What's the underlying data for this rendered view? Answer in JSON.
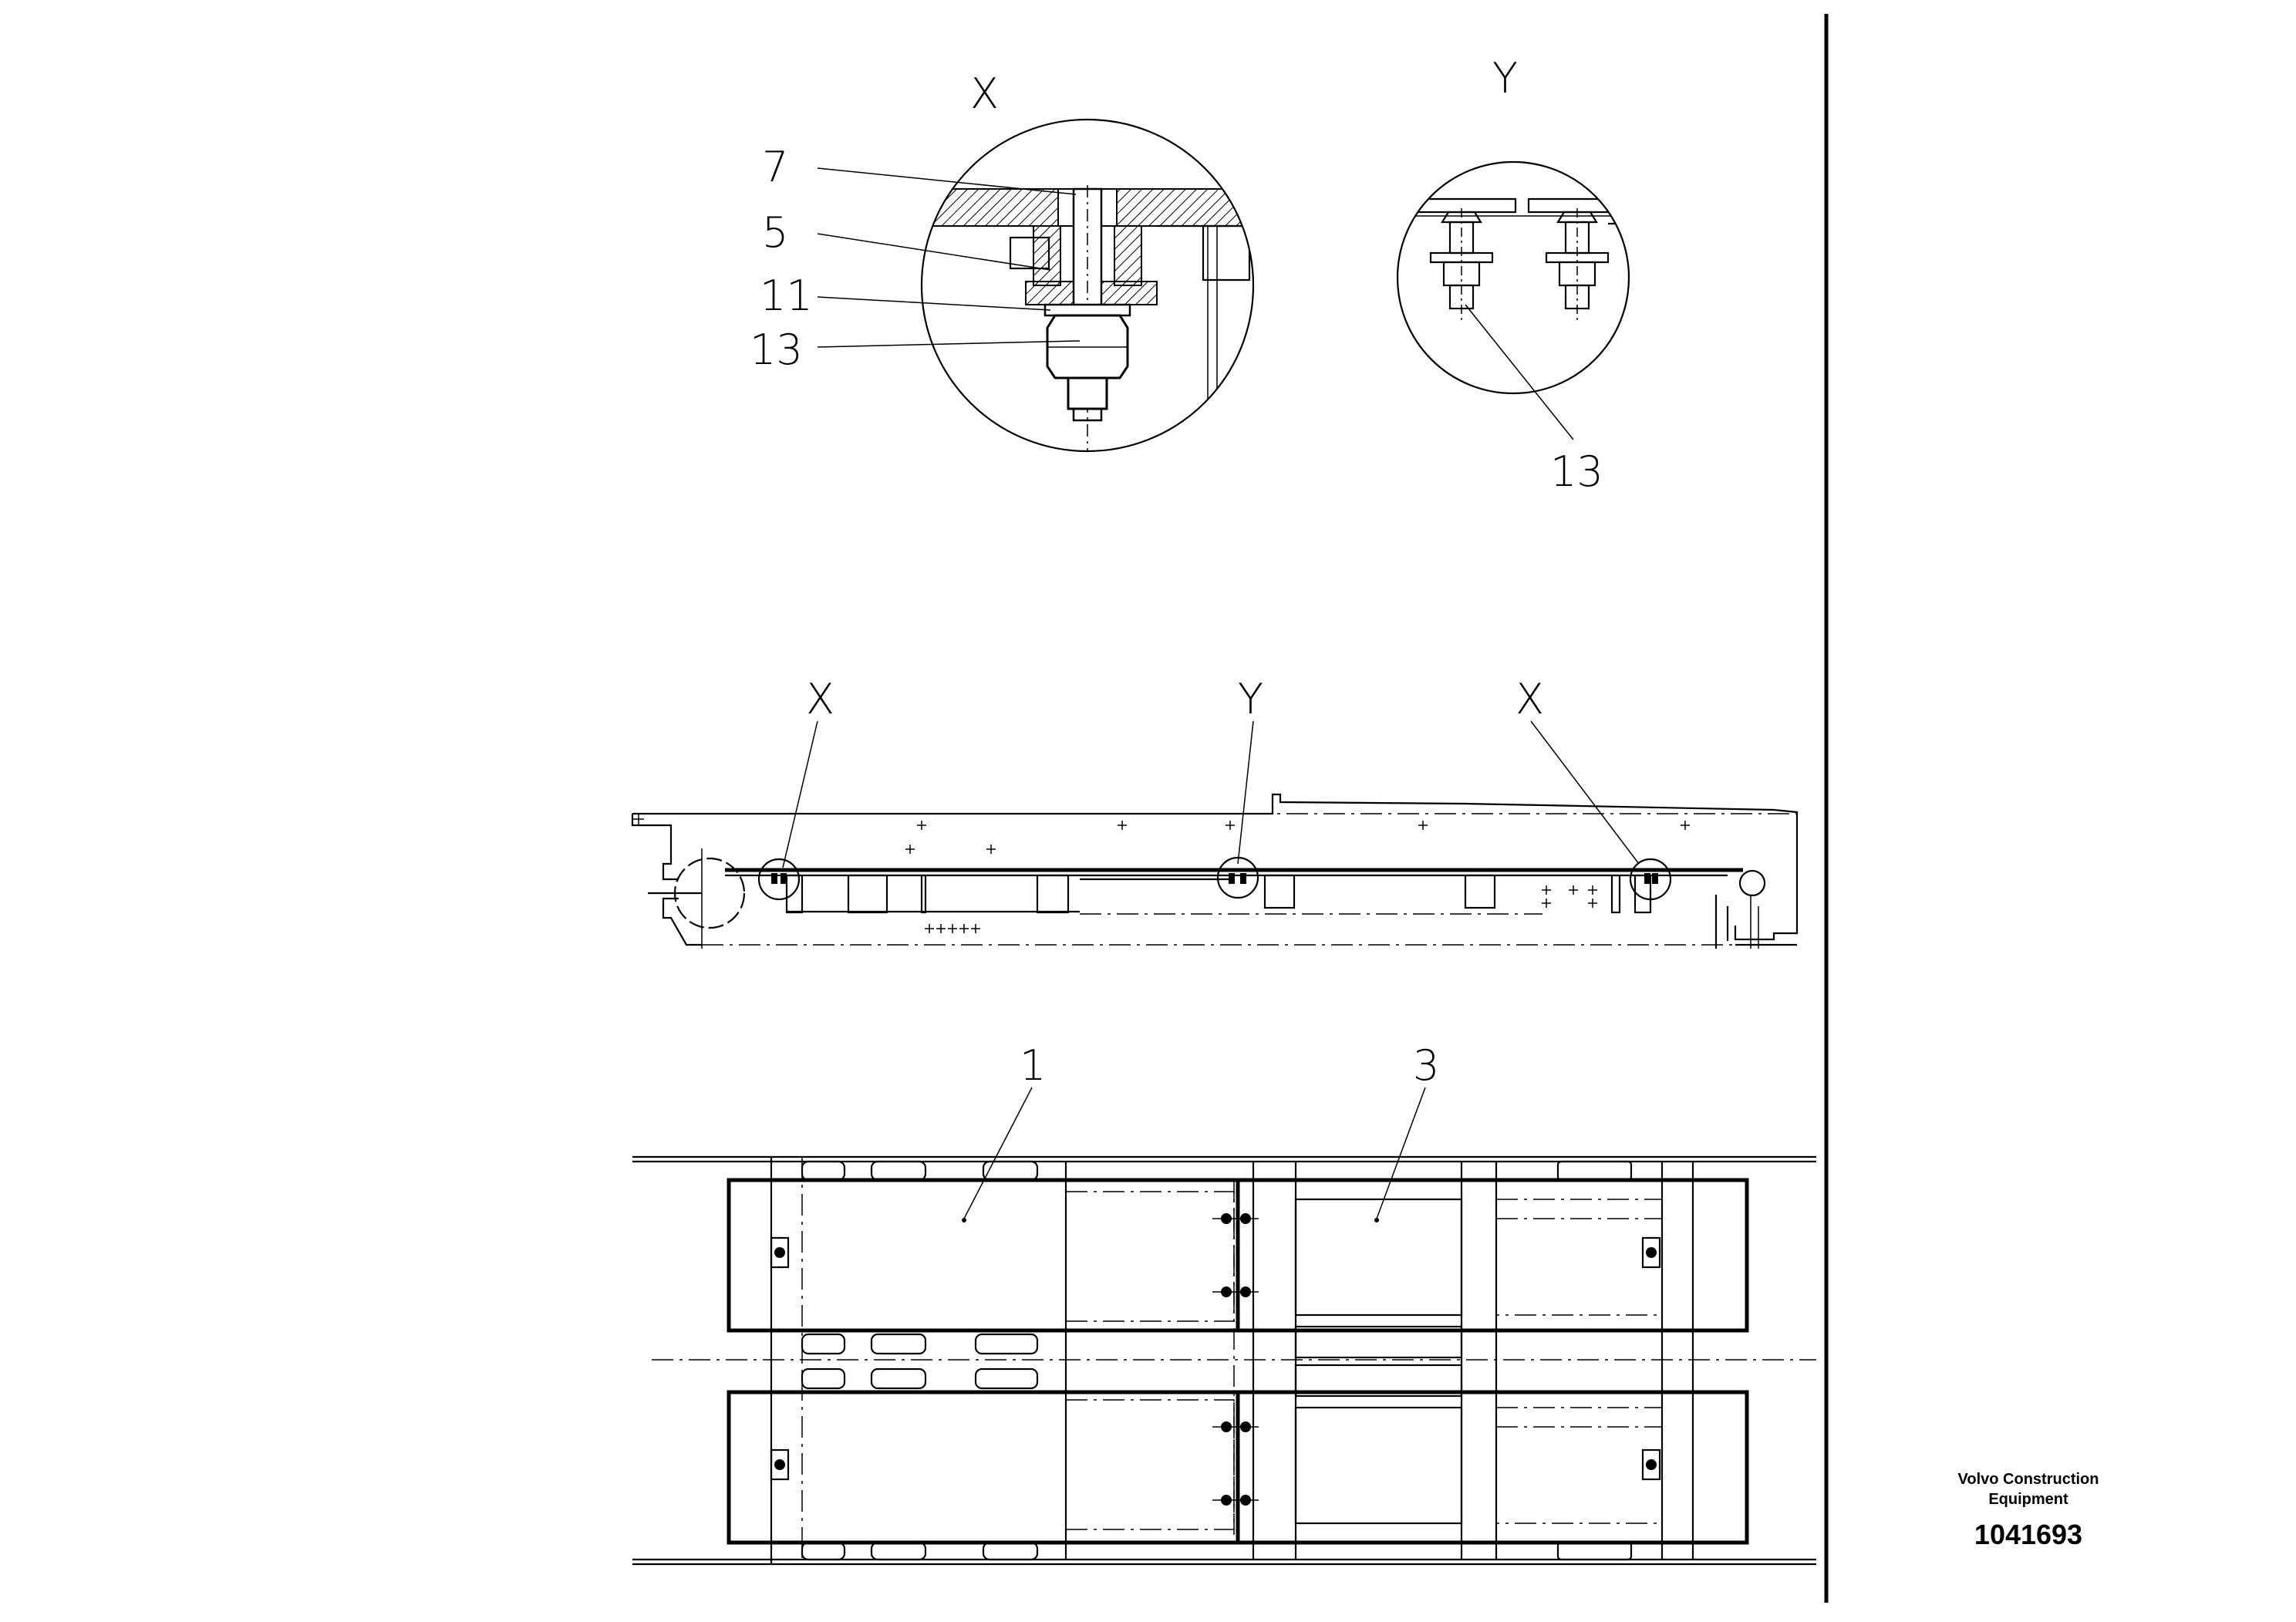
{
  "callouts": {
    "detail_x": "X",
    "detail_y": "Y",
    "x_part_7": "7",
    "x_part_5": "5",
    "x_part_11": "11",
    "x_part_13": "13",
    "y_part_13": "13",
    "side_x_left": "X",
    "side_y": "Y",
    "side_x_right": "X",
    "plan_part_1": "1",
    "plan_part_3": "3"
  },
  "title_block": {
    "line1": "Volvo Construction",
    "line2": "Equipment",
    "number": "1041693"
  }
}
